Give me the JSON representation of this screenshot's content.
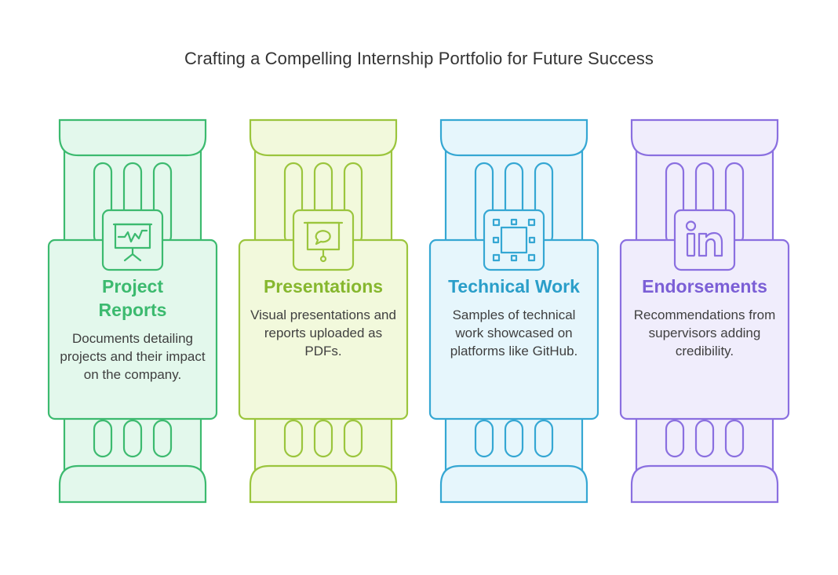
{
  "title": "Crafting a Compelling Internship Portfolio for Future Success",
  "pillars": [
    {
      "heading_lines": [
        "Project",
        "Reports"
      ],
      "description": "Documents detailing projects and their impact on the company.",
      "icon": "presentation-chart-icon",
      "stroke": "#3cba6f",
      "fill": "#e3f8ec"
    },
    {
      "heading_lines": [
        "Presentations"
      ],
      "description": "Visual presentations and reports uploaded as PDFs.",
      "icon": "projector-screen-chat-icon",
      "stroke": "#9bc53d",
      "fill": "#f2f9dc"
    },
    {
      "heading_lines": [
        "Technical Work"
      ],
      "description": "Samples of technical work showcased on platforms like GitHub.",
      "icon": "frame-grid-icon",
      "stroke": "#35a7d3",
      "fill": "#e6f6fc"
    },
    {
      "heading_lines": [
        "Endorsements"
      ],
      "description": "Recommendations from supervisors adding credibility.",
      "icon": "linkedin-icon",
      "stroke": "#8a6fe0",
      "fill": "#f0edfc"
    }
  ]
}
